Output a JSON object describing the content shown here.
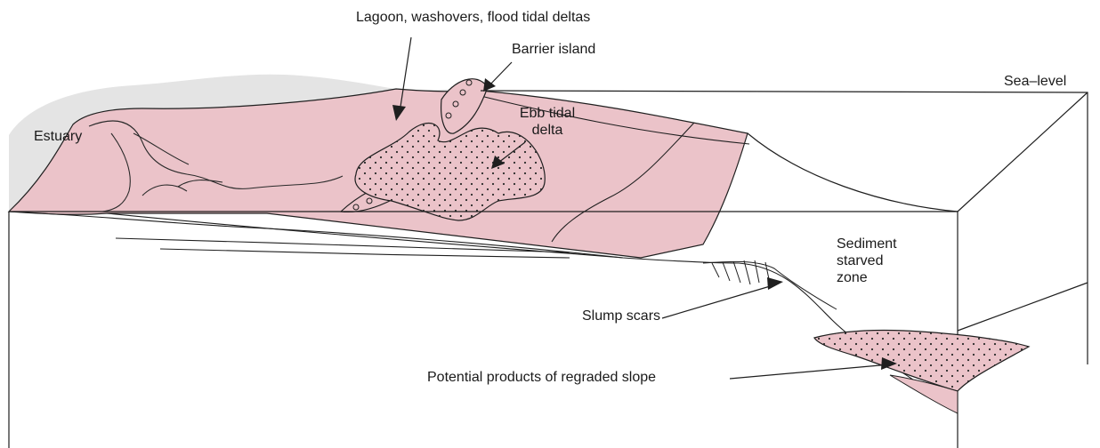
{
  "labels": {
    "lagoon": "Lagoon, washovers, flood tidal deltas",
    "barrier_island": "Barrier island",
    "sea_level": "Sea–level",
    "ebb_tidal_delta": "Ebb tidal delta",
    "estuary": "Estuary",
    "sediment_starved_zone": "Sediment\nstarved\nzone",
    "slump_scars": "Slump scars",
    "regraded_slope": "Potential products of regraded slope"
  },
  "colors": {
    "sediment_pink": "#ebc3c9",
    "hinterland_gray": "#e4e4e4",
    "outline": "#1f1f1f"
  }
}
